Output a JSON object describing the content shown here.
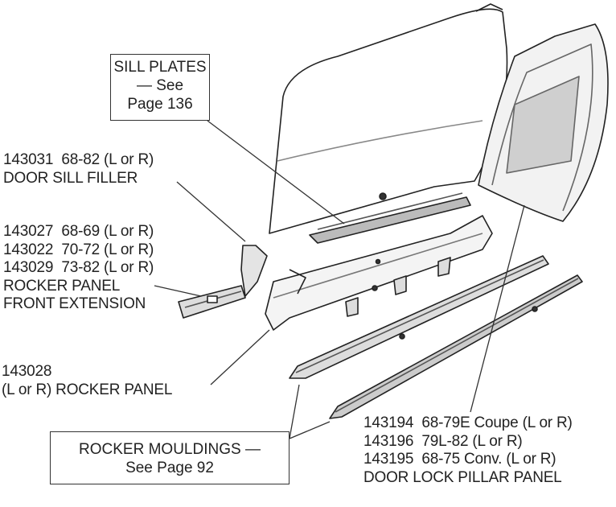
{
  "callouts": {
    "sill_plates": {
      "lines": [
        "SILL PLATES",
        "— See",
        "Page 136"
      ]
    },
    "door_sill_filler": {
      "lines": [
        "143031  68-82 (L or R)",
        "DOOR SILL FILLER"
      ]
    },
    "rocker_front_extension": {
      "lines": [
        "143027  68-69 (L or R)",
        "143022  70-72 (L or R)",
        "143029  73-82 (L or R)",
        "ROCKER PANEL",
        "FRONT EXTENSION"
      ]
    },
    "rocker_panel": {
      "lines": [
        "143028",
        "(L or R) ROCKER PANEL"
      ]
    },
    "rocker_mouldings": {
      "lines": [
        "ROCKER MOULDINGS —",
        "See Page 92"
      ]
    },
    "door_lock_pillar": {
      "lines": [
        "143194  68-79E Coupe (L or R)",
        "143196  79L-82 (L or R)",
        "143195  68-75 Conv. (L or R)",
        "DOOR LOCK PILLAR PANEL"
      ]
    }
  }
}
